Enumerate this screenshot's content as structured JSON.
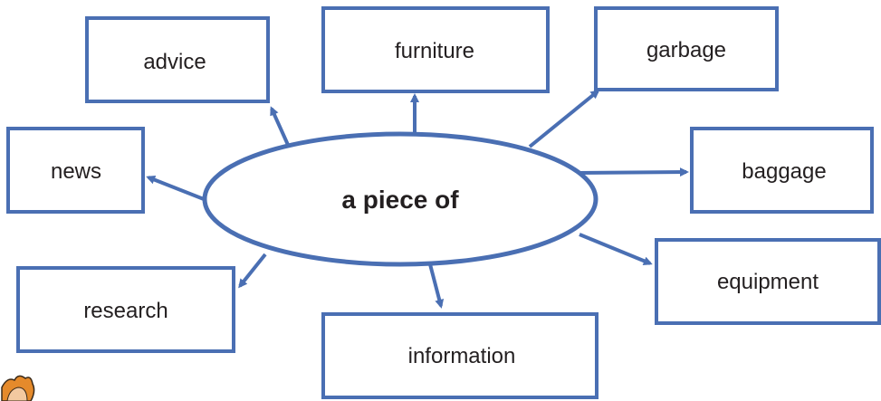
{
  "center": {
    "label": "a piece of"
  },
  "nodes": [
    {
      "id": "advice",
      "label": "advice"
    },
    {
      "id": "furniture",
      "label": "furniture"
    },
    {
      "id": "garbage",
      "label": "garbage"
    },
    {
      "id": "news",
      "label": "news"
    },
    {
      "id": "baggage",
      "label": "baggage"
    },
    {
      "id": "research",
      "label": "research"
    },
    {
      "id": "equipment",
      "label": "equipment"
    },
    {
      "id": "information",
      "label": "information"
    }
  ],
  "colors": {
    "stroke": "#4a6fb3",
    "text": "#231f20",
    "background": "#ffffff"
  }
}
